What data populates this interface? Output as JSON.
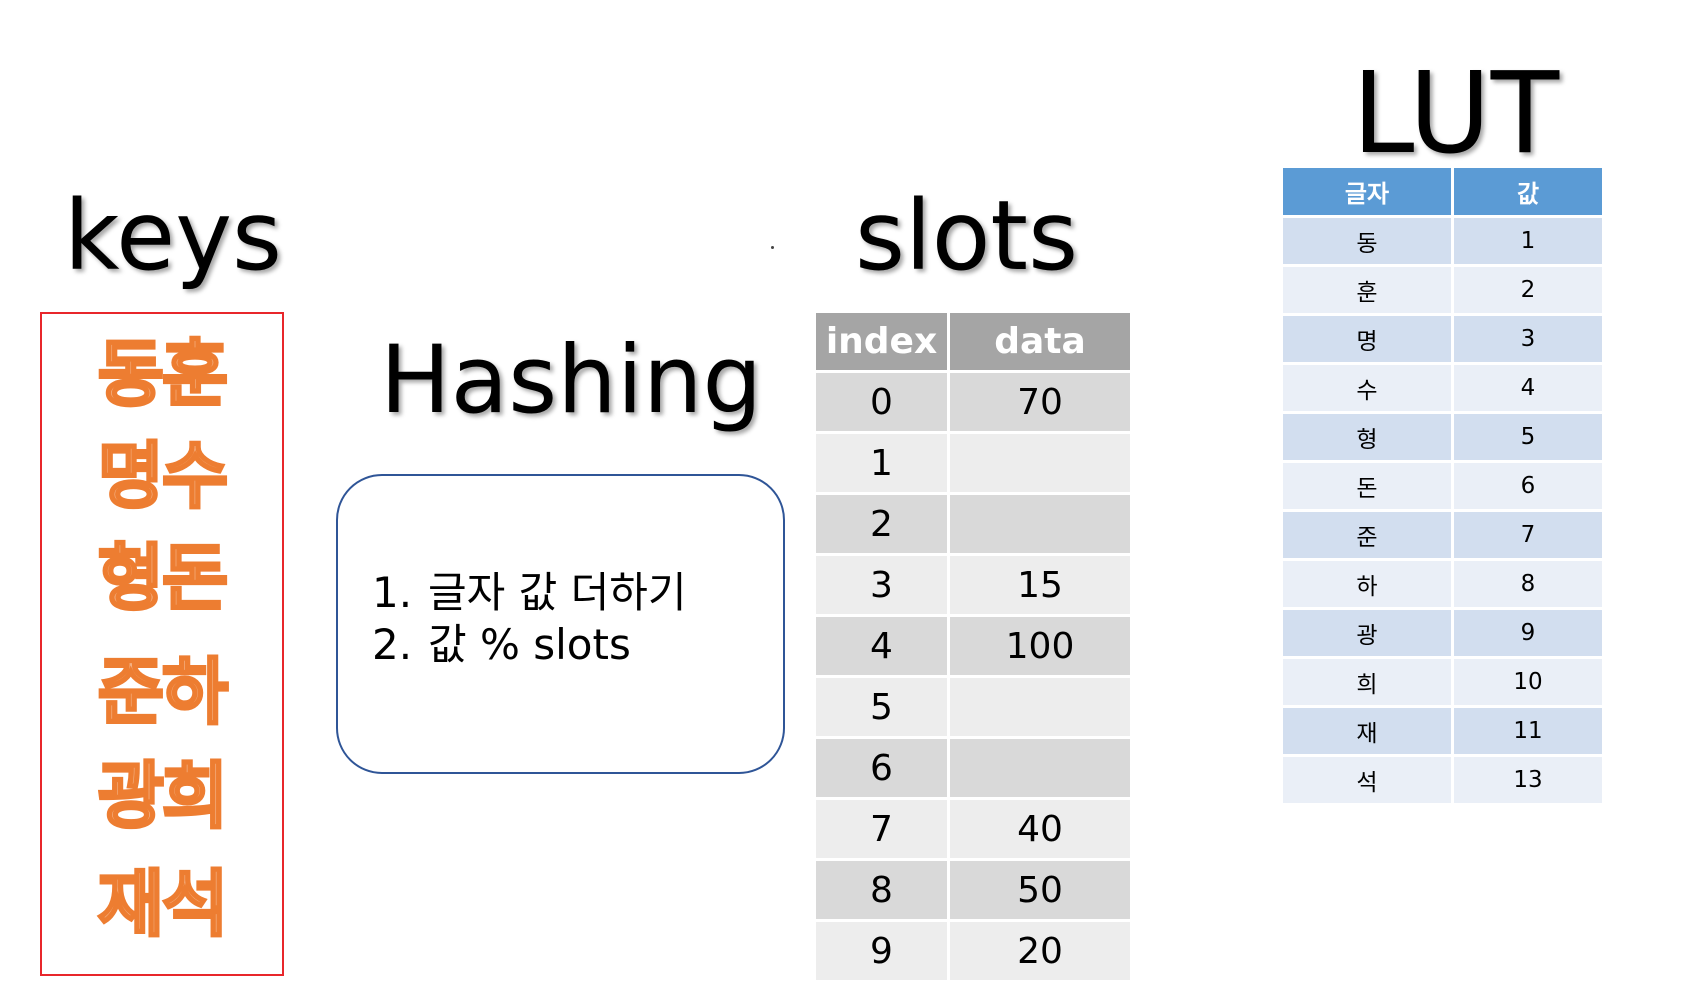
{
  "titles": {
    "keys": "keys",
    "hashing": "Hashing",
    "slots": "slots",
    "lut": "LUT"
  },
  "keys": [
    "동훈",
    "명수",
    "형돈",
    "준하",
    "광희",
    "재석"
  ],
  "hash_steps": [
    {
      "num": "1.",
      "text": "글자 값 더하기"
    },
    {
      "num": "2.",
      "text": "값 % slots"
    }
  ],
  "slots_table": {
    "headers": [
      "index",
      "data"
    ],
    "rows": [
      {
        "index": "0",
        "data": "70"
      },
      {
        "index": "1",
        "data": ""
      },
      {
        "index": "2",
        "data": ""
      },
      {
        "index": "3",
        "data": "15"
      },
      {
        "index": "4",
        "data": "100"
      },
      {
        "index": "5",
        "data": ""
      },
      {
        "index": "6",
        "data": ""
      },
      {
        "index": "7",
        "data": "40"
      },
      {
        "index": "8",
        "data": "50"
      },
      {
        "index": "9",
        "data": "20"
      }
    ]
  },
  "lut_table": {
    "headers": [
      "글자",
      "값"
    ],
    "rows": [
      {
        "char": "동",
        "value": "1"
      },
      {
        "char": "훈",
        "value": "2"
      },
      {
        "char": "명",
        "value": "3"
      },
      {
        "char": "수",
        "value": "4"
      },
      {
        "char": "형",
        "value": "5"
      },
      {
        "char": "돈",
        "value": "6"
      },
      {
        "char": "준",
        "value": "7"
      },
      {
        "char": "하",
        "value": "8"
      },
      {
        "char": "광",
        "value": "9"
      },
      {
        "char": "희",
        "value": "10"
      },
      {
        "char": "재",
        "value": "11"
      },
      {
        "char": "석",
        "value": "13"
      }
    ]
  },
  "colors": {
    "key_fill": "#f4b183",
    "key_stroke": "#ed7d31",
    "keys_border": "#e8262b",
    "hash_border": "#2f5597",
    "slots_header": "#a5a5a5",
    "lut_header": "#5b9bd5"
  }
}
